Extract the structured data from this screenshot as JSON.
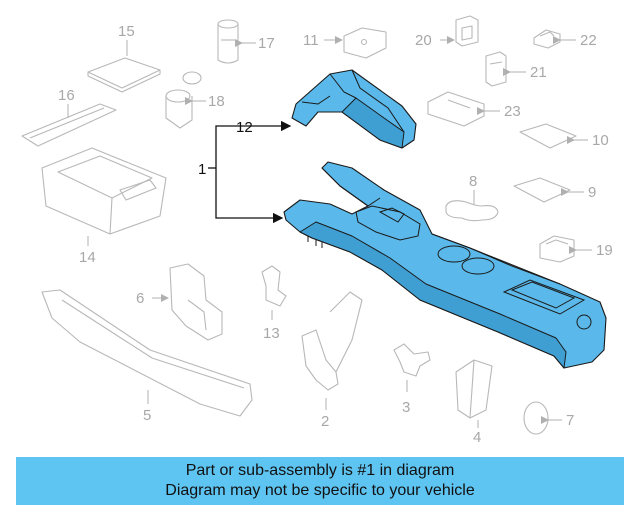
{
  "callouts": {
    "c1": "1",
    "c2": "2",
    "c3": "3",
    "c4": "4",
    "c5": "5",
    "c6": "6",
    "c7": "7",
    "c8": "8",
    "c9": "9",
    "c10": "10",
    "c11": "11",
    "c12": "12",
    "c13": "13",
    "c14": "14",
    "c15": "15",
    "c16": "16",
    "c17": "17",
    "c18": "18",
    "c19": "19",
    "c20": "20",
    "c21": "21",
    "c22": "22",
    "c23": "23"
  },
  "banner": {
    "line1": "Part or sub-assembly is #1 in diagram",
    "line2": "Diagram may not be specific to your vehicle"
  },
  "colors": {
    "highlight": "#5ab9ea",
    "banner": "#5ec4f1",
    "ghost": "#b8b8b8"
  }
}
